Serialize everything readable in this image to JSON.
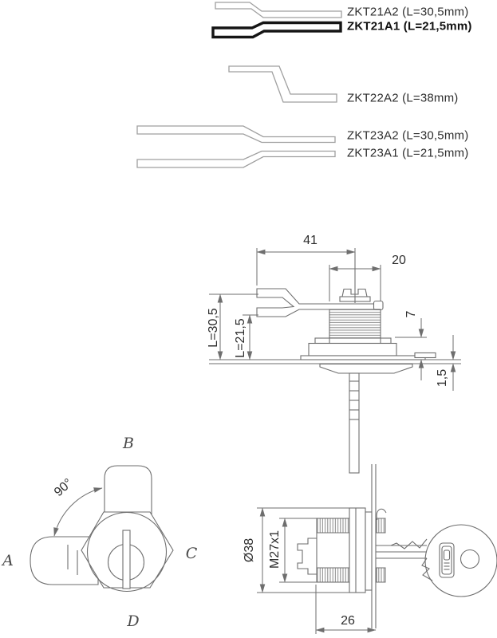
{
  "cam_options": [
    {
      "label": "ZKT21A2 (L=30,5mm)",
      "bold": false
    },
    {
      "label": "ZKT21A1 (L=21,5mm)",
      "bold": true
    },
    {
      "label": "ZKT22A2 (L=38mm)",
      "bold": false
    },
    {
      "label": "ZKT23A2 (L=30,5mm)",
      "bold": false
    },
    {
      "label": "ZKT23A1 (L=21,5mm)",
      "bold": false
    }
  ],
  "side_view": {
    "dim_cam_reach": "41",
    "dim_body_top": "20",
    "dim_thread_gap": "7",
    "dim_panel_thickness": "1,5",
    "dim_cam_length_long": "L=30,5",
    "dim_cam_length_short": "L=21,5"
  },
  "front_view": {
    "rotation_angle": "90°",
    "position_a": "A",
    "position_b": "B",
    "position_c": "C",
    "position_d": "D"
  },
  "mount_view": {
    "dim_flange_diameter": "Ø38",
    "dim_thread_spec": "M27x1",
    "dim_body_length": "26"
  },
  "colors": {
    "line": "#6e6e6e",
    "thin_outline": "#9f9f9f",
    "bold_outline": "#151515",
    "text": "#2e2e2e",
    "background": "#ffffff"
  }
}
